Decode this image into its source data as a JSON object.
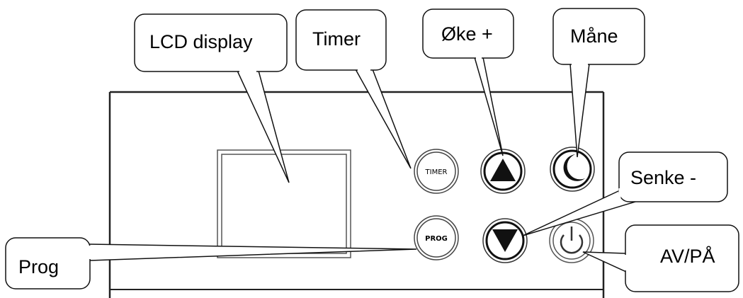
{
  "callouts": {
    "lcd": "LCD display",
    "timer": "Timer",
    "up": "Øke +",
    "moon": "Måne",
    "down": "Senke -",
    "power": "AV/PÅ",
    "prog": "Prog"
  },
  "buttons": {
    "timer": "TIMER",
    "prog": "PROG"
  },
  "icons": {
    "up": "triangle-up-icon",
    "down": "triangle-down-icon",
    "moon": "moon-icon",
    "power": "power-icon"
  }
}
